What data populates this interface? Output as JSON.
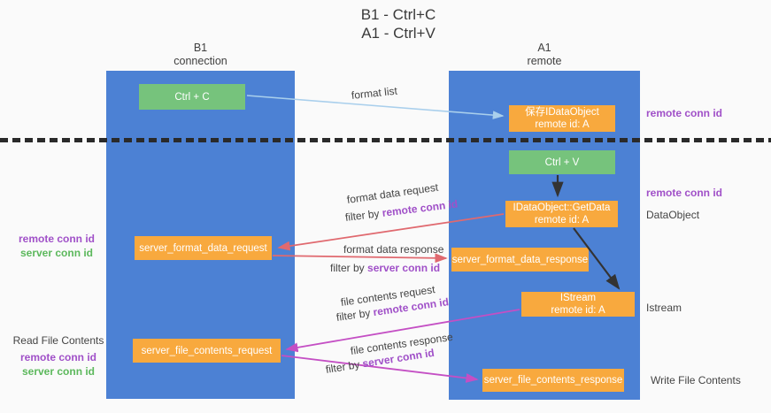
{
  "title": {
    "line1": "B1 - Ctrl+C",
    "line2": "A1 - Ctrl+V"
  },
  "columns": {
    "left_title": "B1",
    "left_subtitle": "connection",
    "right_title": "A1",
    "right_subtitle": "remote"
  },
  "boxes": {
    "ctrl_c": "Ctrl + C",
    "save_idataobject": {
      "line1": "保存IDataObject",
      "line2": "remote id: A"
    },
    "ctrl_v": "Ctrl + V",
    "getdata": {
      "line1": "IDataObject::GetData",
      "line2": "remote id: A"
    },
    "server_format_data_request": "server_format_data_request",
    "server_format_data_response": "server_format_data_response",
    "istream": {
      "line1": "IStream",
      "line2": "remote id: A"
    },
    "server_file_contents_request": "server_file_contents_request",
    "server_file_contents_response": "server_file_contents_response"
  },
  "flow_labels": {
    "format_list": "format list",
    "format_data_request": "format data request",
    "format_data_response": "format data response",
    "file_contents_request": "file contents request",
    "file_contents_response": "file contents response",
    "filter_by": "filter by",
    "remote_conn_id": "remote conn id",
    "server_conn_id": "server conn id"
  },
  "side_labels": {
    "remote_conn_id_right_top": "remote conn id",
    "remote_conn_id_right_mid": "remote conn id",
    "dataobject": "DataObject",
    "istream": "Istream",
    "write_file_contents": "Write File Contents",
    "remote_conn_id_left": "remote conn id",
    "server_conn_id_left": "server conn id",
    "read_file_contents": "Read File Contents",
    "read_remote_conn_id": "remote conn id",
    "read_server_conn_id": "server conn id"
  },
  "colors": {
    "column_blue": "#4c81d4",
    "box_green": "#76c37c",
    "box_orange": "#f8a93e",
    "purple_text": "#a050c8",
    "green_text": "#5cb85c",
    "salmon_arrow": "#e0696f",
    "magenta_arrow": "#c44fc4",
    "light_blue_arrow": "#a9cfec",
    "black_arrow": "#333333"
  }
}
